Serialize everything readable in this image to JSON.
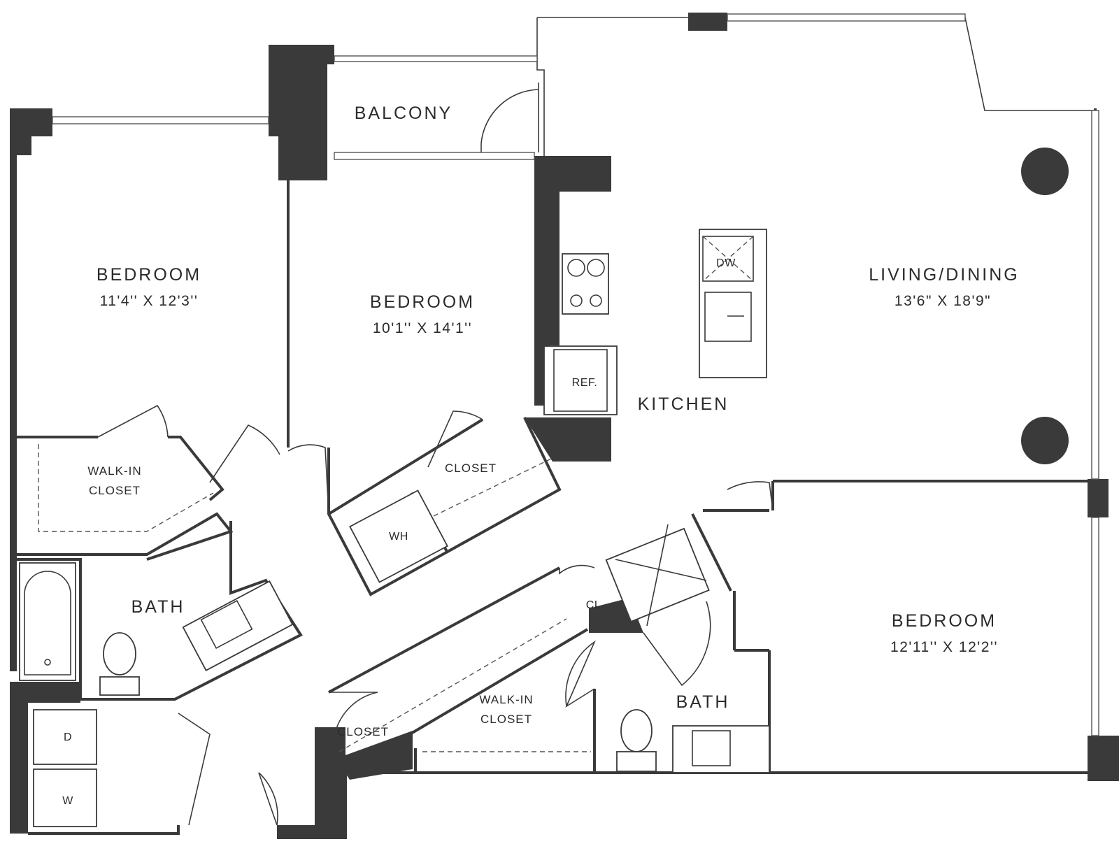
{
  "rooms": {
    "bedroom_1": {
      "name": "BEDROOM",
      "dimensions": "11'4'' X 12'3''"
    },
    "bedroom_2": {
      "name": "BEDROOM",
      "dimensions": "10'1'' X 14'1''"
    },
    "living_dining": {
      "name": "LIVING/DINING",
      "dimensions": "13'6\" X 18'9\""
    },
    "bedroom_3": {
      "name": "BEDROOM",
      "dimensions": "12'11'' X 12'2''"
    },
    "balcony": {
      "name": "BALCONY"
    },
    "kitchen": {
      "name": "KITCHEN"
    },
    "bath_1": {
      "name": "BATH"
    },
    "bath_2": {
      "name": "BATH"
    },
    "walk_in_closet_1": {
      "line1": "WALK-IN",
      "line2": "CLOSET"
    },
    "walk_in_closet_2": {
      "line1": "WALK-IN",
      "line2": "CLOSET"
    },
    "closet_1": {
      "name": "CLOSET"
    },
    "closet_2": {
      "name": "CLOSET"
    },
    "closet_3": {
      "name": "CL."
    }
  },
  "appliances": {
    "dishwasher": "DW",
    "refrigerator": "REF.",
    "water_heater": "WH",
    "dryer": "D",
    "washer": "W"
  },
  "colors": {
    "wall": "#3a3a3a",
    "background": "#ffffff"
  }
}
